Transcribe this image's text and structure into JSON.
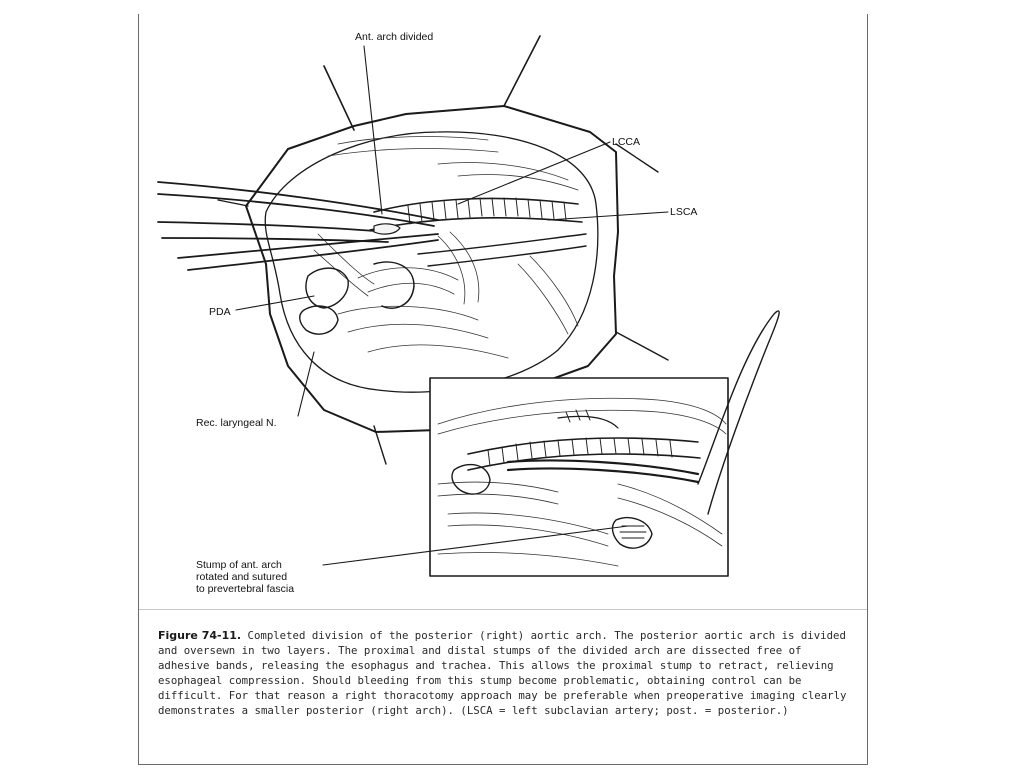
{
  "figure": {
    "labels": {
      "ant_arch_divided": "Ant. arch divided",
      "lcca": "LCCA",
      "lsca": "LSCA",
      "pda": "PDA",
      "rec_laryngeal": "Rec. laryngeal N.",
      "stump": [
        "Stump of ant. arch",
        "rotated and sutured",
        "to prevertebral fascia"
      ]
    },
    "caption_label": "Figure 74-11.",
    "caption_text": " Completed division of the posterior (right) aortic arch. The posterior aortic arch is divided and oversewn in two layers. The proximal and distal stumps of the divided arch are dissected free of adhesive bands, releasing the esophagus and trachea. This allows the proximal stump to retract, relieving esophageal compression. Should bleeding from this stump become problematic, obtaining control can be difficult. For that reason a right thoracotomy approach may be preferable when preoperative imaging clearly demonstrates a smaller posterior (right arch). (LSCA = left subclavian artery; post. = posterior.)"
  }
}
